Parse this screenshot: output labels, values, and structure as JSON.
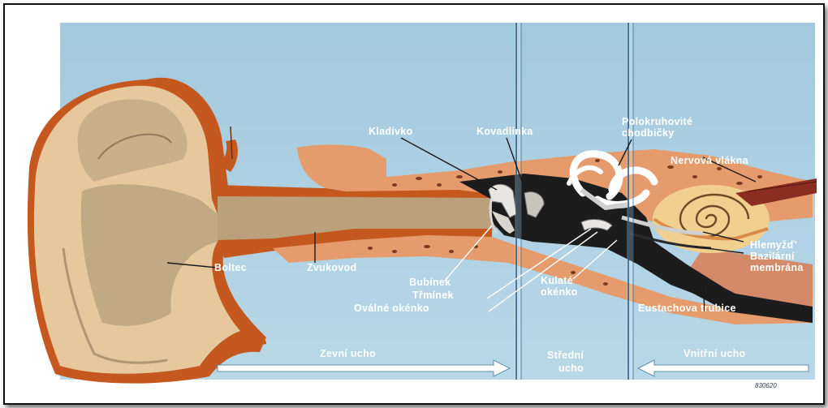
{
  "labels": {
    "kladivko": "Kladívko",
    "kovadlinka": "Kovadlinka",
    "polokruhovite_1": "Polokruhovité",
    "polokruhovite_2": "chodbičky",
    "nervova": "Nervová vlákna",
    "hlemyzd": "Hlemyžď'",
    "bazilarni_1": "Bazilární",
    "bazilarni_2": "membrána",
    "boltec": "Boltec",
    "zvukovod": "Zvukovod",
    "bubinek": "Bubínek",
    "trminek": "Třmínek",
    "ovalne": "Oválné okénko",
    "kulate_1": "Kulaté",
    "kulate_2": "okénko",
    "eustachova": "Eustachova trubice"
  },
  "sections": {
    "outer": "Zevní ucho",
    "middle_1": "Střední",
    "middle_2": "ucho",
    "inner": "Vnitřní ucho"
  },
  "code": "830620",
  "colors": {
    "background": "#a9cde0",
    "skin": "#e6c79b",
    "skin_shadow": "#b9a07d",
    "cartilage": "#c0501c",
    "bone": "#e49a6a",
    "cavity": "#1c1c1c",
    "white": "#ffffff"
  }
}
